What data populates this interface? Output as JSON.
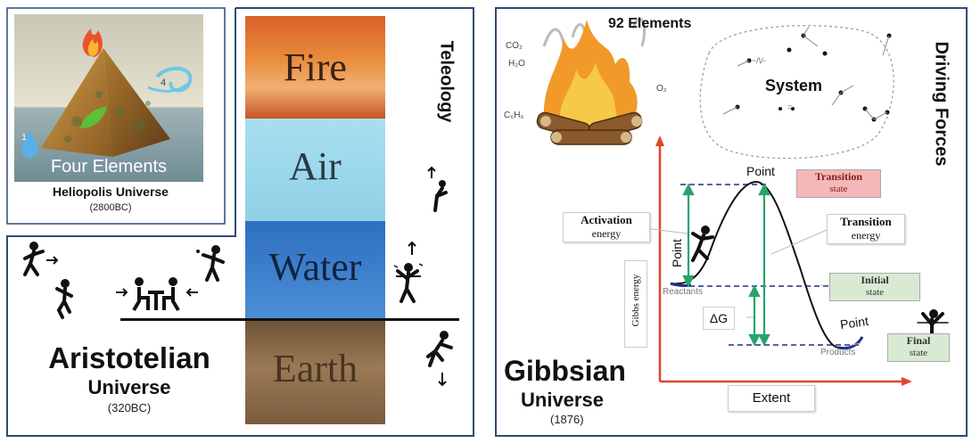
{
  "colors": {
    "frame": "#2f4a7a",
    "fire_top": "#c8501e",
    "air": "#8fd3e6",
    "water": "#3c7fc6",
    "earth": "#8a6a4a",
    "green_arrow": "#2aa36a",
    "dashed_line": "#1f2f8a",
    "curve_red_axis": "#e0452b",
    "transition_box": "#f4b8b8",
    "state_box": "#d9ead3"
  },
  "heliopolis": {
    "image_caption": "Four Elements",
    "markers": [
      "1",
      "4"
    ],
    "title": "Heliopolis Universe",
    "date": "(2800BC)"
  },
  "aristotelian": {
    "title": "Aristotelian",
    "subtitle": "Universe",
    "date": "(320BC)",
    "layers": [
      "Fire",
      "Air",
      "Water",
      "Earth"
    ],
    "side_label": "Teleology",
    "icons": [
      "thrower-icon",
      "dancer-icon",
      "pitcher-icon",
      "meeting-table-icon",
      "rising-person-icon",
      "finish-runner-icon",
      "falling-runner-icon"
    ]
  },
  "gibbsian": {
    "title": "Gibbsian",
    "subtitle": "Universe",
    "date": "(1876)",
    "side_label": "Driving Forces",
    "elements_label": "92 Elements",
    "fire_labels": [
      "CO₂",
      "H₂O",
      "O₂",
      "C₆H₆"
    ],
    "system_label": "System",
    "system_marks": [
      "~/\\/-",
      "=",
      "•"
    ],
    "diagram": {
      "point_top": "Point",
      "point_left": "Point",
      "point_right": "Point",
      "transition_state_line1": "Transition",
      "transition_state_line2": "state",
      "activation_line1": "Activation",
      "activation_line2": "energy",
      "transition_energy_line1": "Transition",
      "transition_energy_line2": "energy",
      "initial_line1": "Initial",
      "initial_line2": "state",
      "final_line1": "Final",
      "final_line2": "state",
      "delta_g": "ΔG",
      "reactants": "Reactants",
      "products": "Products",
      "y_axis": "Gibbs energy",
      "x_axis": "Extent"
    }
  }
}
